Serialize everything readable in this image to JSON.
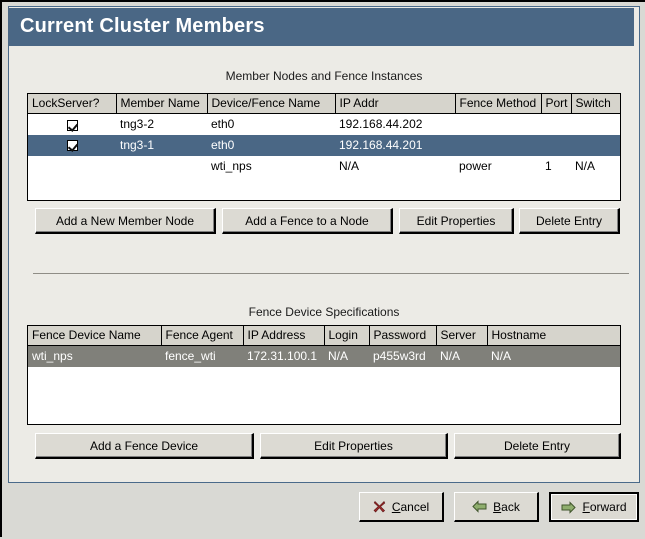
{
  "window": {
    "title": "Current Cluster Members"
  },
  "member_section": {
    "caption": "Member Nodes and Fence Instances",
    "columns": [
      "LockServer?",
      "Member Name",
      "Device/Fence Name",
      "IP Addr",
      "Fence Method",
      "Port",
      "Switch"
    ],
    "rows": [
      {
        "lockserver": "checked",
        "member_name": "tng3-2",
        "device_fence_name": "eth0",
        "ip_addr": "192.168.44.202",
        "fence_method": "",
        "port": "",
        "switch": "",
        "state": "normal"
      },
      {
        "lockserver": "checked",
        "member_name": "tng3-1",
        "device_fence_name": "eth0",
        "ip_addr": "192.168.44.201",
        "fence_method": "",
        "port": "",
        "switch": "",
        "state": "selected"
      },
      {
        "lockserver": "",
        "member_name": "",
        "device_fence_name": "wti_nps",
        "ip_addr": "N/A",
        "fence_method": "power",
        "port": "1",
        "switch": "N/A",
        "state": "normal"
      }
    ],
    "buttons": [
      {
        "label": "Add a New Member Node"
      },
      {
        "label": "Add a Fence to a Node"
      },
      {
        "label": "Edit Properties"
      },
      {
        "label": "Delete Entry"
      }
    ]
  },
  "fence_section": {
    "caption": "Fence Device Specifications",
    "columns": [
      "Fence Device Name",
      "Fence Agent",
      "IP Address",
      "Login",
      "Password",
      "Server",
      "Hostname"
    ],
    "rows": [
      {
        "fence_device_name": "wti_nps",
        "fence_agent": "fence_wti",
        "ip_address": "172.31.100.1",
        "login": "N/A",
        "password": "p455w3rd",
        "server": "N/A",
        "hostname": "N/A",
        "state": "selected"
      }
    ],
    "buttons": [
      {
        "label": "Add a Fence Device"
      },
      {
        "label": "Edit Properties"
      },
      {
        "label": "Delete Entry"
      }
    ]
  },
  "nav": {
    "cancel": {
      "mnemonic": "C",
      "rest": "ancel",
      "icon": "cancel-x-icon"
    },
    "back": {
      "mnemonic": "B",
      "rest": "ack",
      "icon": "arrow-left-icon"
    },
    "forward": {
      "mnemonic": "F",
      "rest": "orward",
      "icon": "arrow-right-icon"
    }
  },
  "colors": {
    "titlebar": "#4a6785",
    "panel_bg": "#ecebe6",
    "selected_blue": "#4a6785",
    "selected_gray": "#80807a",
    "header_gray": "#d6d4cc",
    "button_face": "#dcdad3",
    "window_bg": "#d9d9d4",
    "cancel_icon": "#b03030",
    "arrow_icon": "#7a9a5a"
  }
}
